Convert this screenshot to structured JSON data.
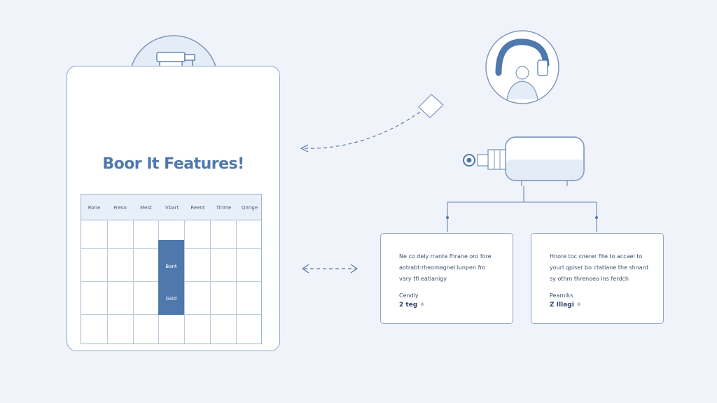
{
  "card": {
    "title": "Boor It Features!",
    "table": {
      "headers": [
        "Rone",
        "Freso",
        "Mest",
        "Vbart",
        "Reent",
        "Tinme",
        "Qnnge"
      ],
      "highlight_labels": [
        "Bant",
        "Gsid"
      ]
    }
  },
  "boxes": [
    {
      "lines": [
        "Ne co dely rrante fhrane oro fore",
        "aotrabt:rheomagnel lunpen fro",
        "vary tfi eatlanigy"
      ],
      "meta": "Cendly",
      "value": "2 teg ✧"
    },
    {
      "lines": [
        "Hnore toc cnerer fite to accael to",
        "yourl qpiser bo ctatiane the shnard",
        "sy othm threnoeo lns ferdch"
      ],
      "meta": "Pearnlks",
      "value": "Z Illagi ✧"
    }
  ],
  "colors": {
    "accent": "#4f78ad",
    "line": "#8fa6c9",
    "background": "#f0f3f9"
  }
}
